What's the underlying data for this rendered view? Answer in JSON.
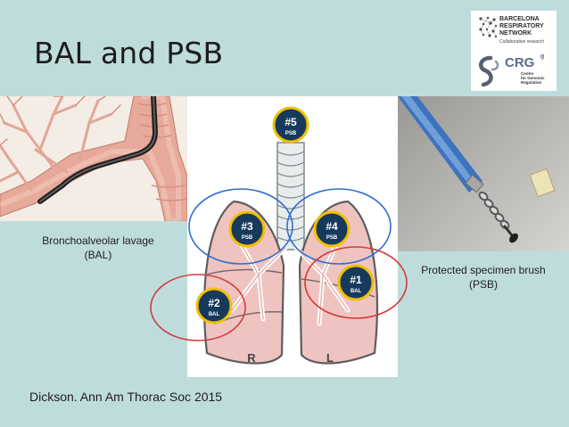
{
  "slide": {
    "title": "BAL and PSB",
    "citation": "Dickson. Ann Am Thorac Soc 2015"
  },
  "logos": {
    "barcelona": {
      "line1": "BARCELONA",
      "line2": "RESPIRATORY",
      "line3": "NETWORK",
      "tagline": "Collaborative research"
    },
    "crg": {
      "word": "CRG",
      "superscript": "g",
      "line1": "Centre",
      "line2": "for Genomic",
      "line3": "Regulation"
    }
  },
  "captions": {
    "bal": {
      "line1": "Bronchoalveolar lavage",
      "line2": "(BAL)"
    },
    "psb": {
      "line1": "Protected specimen brush",
      "line2": "(PSB)"
    }
  },
  "diagram": {
    "badges": [
      {
        "num": "#5",
        "sub": "PSB"
      },
      {
        "num": "#3",
        "sub": "PSB"
      },
      {
        "num": "#4",
        "sub": "PSB"
      },
      {
        "num": "#2",
        "sub": "BAL"
      },
      {
        "num": "#1",
        "sub": "BAL"
      }
    ],
    "side_left": "R",
    "side_right": "L",
    "colors": {
      "psb_circle": "#2f6fd0",
      "bal_circle": "#d23a3a",
      "badge_fill": "#173a5c",
      "badge_ring": "#f0c000",
      "lung_fill": "#efc4c0",
      "background": "#bfdcdc"
    }
  }
}
